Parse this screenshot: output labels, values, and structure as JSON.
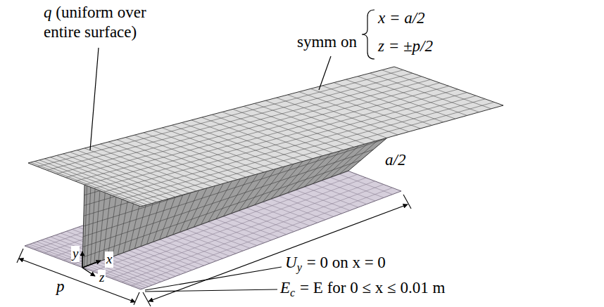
{
  "diagram": {
    "labels": [
      "q",
      "(uniform over entire surface)",
      "symm on",
      "x = a/2",
      "z = ±p/2",
      "a/2",
      "y",
      "x",
      "p",
      "z",
      "U",
      "y",
      "= 0 on x = 0",
      "E",
      "c",
      "= E for 0 ≤ x ≤ 0.01 m"
    ]
  }
}
